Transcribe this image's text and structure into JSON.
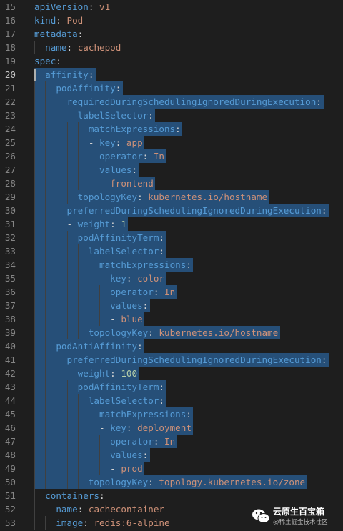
{
  "editor": {
    "first_line": 15,
    "active_line": 20,
    "lines": [
      {
        "n": "15",
        "ind": 0,
        "k": "apiVersion",
        "s": ":",
        "v": " v1",
        "t": "s",
        "sel": false
      },
      {
        "n": "16",
        "ind": 0,
        "k": "kind",
        "s": ":",
        "v": " Pod",
        "t": "s",
        "sel": false
      },
      {
        "n": "17",
        "ind": 0,
        "k": "metadata",
        "s": ":",
        "v": "",
        "t": "s",
        "sel": false
      },
      {
        "n": "18",
        "ind": 1,
        "k": "name",
        "s": ":",
        "v": " cachepod",
        "t": "s",
        "sel": false
      },
      {
        "n": "19",
        "ind": 0,
        "k": "spec",
        "s": ":",
        "v": "",
        "t": "s",
        "sel": false
      },
      {
        "n": "20",
        "ind": 1,
        "k": "affinity",
        "s": ":",
        "v": "",
        "t": "s",
        "sel": true
      },
      {
        "n": "21",
        "ind": 2,
        "k": "podAffinity",
        "s": ":",
        "v": "",
        "t": "s",
        "sel": true
      },
      {
        "n": "22",
        "ind": 3,
        "k": "requiredDuringSchedulingIgnoredDuringExecution",
        "s": ":",
        "v": "",
        "t": "s",
        "sel": true
      },
      {
        "n": "23",
        "ind": 3,
        "dash": true,
        "k": "labelSelector",
        "s": ":",
        "v": "",
        "t": "s",
        "sel": true
      },
      {
        "n": "24",
        "ind": 5,
        "k": "matchExpressions",
        "s": ":",
        "v": "",
        "t": "s",
        "sel": true
      },
      {
        "n": "25",
        "ind": 5,
        "dash": true,
        "k": "key",
        "s": ":",
        "v": " app",
        "t": "s",
        "sel": true
      },
      {
        "n": "26",
        "ind": 6,
        "k": "operator",
        "s": ":",
        "v": " In",
        "t": "s",
        "sel": true
      },
      {
        "n": "27",
        "ind": 6,
        "k": "values",
        "s": ":",
        "v": "",
        "t": "s",
        "sel": true
      },
      {
        "n": "28",
        "ind": 6,
        "dash": true,
        "k": "",
        "s": "",
        "v": "frontend",
        "t": "s",
        "sel": true
      },
      {
        "n": "29",
        "ind": 4,
        "k": "topologyKey",
        "s": ":",
        "v": " kubernetes.io/hostname",
        "t": "s",
        "sel": true
      },
      {
        "n": "30",
        "ind": 3,
        "k": "preferredDuringSchedulingIgnoredDuringExecution",
        "s": ":",
        "v": "",
        "t": "s",
        "sel": true
      },
      {
        "n": "31",
        "ind": 3,
        "dash": true,
        "k": "weight",
        "s": ":",
        "v": " 1",
        "t": "n",
        "sel": true
      },
      {
        "n": "32",
        "ind": 4,
        "k": "podAffinityTerm",
        "s": ":",
        "v": "",
        "t": "s",
        "sel": true
      },
      {
        "n": "33",
        "ind": 5,
        "k": "labelSelector",
        "s": ":",
        "v": "",
        "t": "s",
        "sel": true
      },
      {
        "n": "34",
        "ind": 6,
        "k": "matchExpressions",
        "s": ":",
        "v": "",
        "t": "s",
        "sel": true
      },
      {
        "n": "35",
        "ind": 6,
        "dash": true,
        "k": "key",
        "s": ":",
        "v": " color",
        "t": "s",
        "sel": true
      },
      {
        "n": "36",
        "ind": 7,
        "k": "operator",
        "s": ":",
        "v": " In",
        "t": "s",
        "sel": true
      },
      {
        "n": "37",
        "ind": 7,
        "k": "values",
        "s": ":",
        "v": "",
        "t": "s",
        "sel": true
      },
      {
        "n": "38",
        "ind": 7,
        "dash": true,
        "k": "",
        "s": "",
        "v": "blue",
        "t": "s",
        "sel": true
      },
      {
        "n": "39",
        "ind": 5,
        "k": "topologyKey",
        "s": ":",
        "v": " kubernetes.io/hostname",
        "t": "s",
        "sel": true
      },
      {
        "n": "40",
        "ind": 2,
        "k": "podAntiAffinity",
        "s": ":",
        "v": "",
        "t": "s",
        "sel": true
      },
      {
        "n": "41",
        "ind": 3,
        "k": "preferredDuringSchedulingIgnoredDuringExecution",
        "s": ":",
        "v": "",
        "t": "s",
        "sel": true
      },
      {
        "n": "42",
        "ind": 3,
        "dash": true,
        "k": "weight",
        "s": ":",
        "v": " 100",
        "t": "n",
        "sel": true
      },
      {
        "n": "43",
        "ind": 4,
        "k": "podAffinityTerm",
        "s": ":",
        "v": "",
        "t": "s",
        "sel": true
      },
      {
        "n": "44",
        "ind": 5,
        "k": "labelSelector",
        "s": ":",
        "v": "",
        "t": "s",
        "sel": true
      },
      {
        "n": "45",
        "ind": 6,
        "k": "matchExpressions",
        "s": ":",
        "v": "",
        "t": "s",
        "sel": true
      },
      {
        "n": "46",
        "ind": 6,
        "dash": true,
        "k": "key",
        "s": ":",
        "v": " deployment",
        "t": "s",
        "sel": true
      },
      {
        "n": "47",
        "ind": 7,
        "k": "operator",
        "s": ":",
        "v": " In",
        "t": "s",
        "sel": true
      },
      {
        "n": "48",
        "ind": 7,
        "k": "values",
        "s": ":",
        "v": "",
        "t": "s",
        "sel": true
      },
      {
        "n": "49",
        "ind": 7,
        "dash": true,
        "k": "",
        "s": "",
        "v": "prod",
        "t": "s",
        "sel": true
      },
      {
        "n": "50",
        "ind": 5,
        "k": "topologyKey",
        "s": ":",
        "v": " topology.kubernetes.io/zone",
        "t": "s",
        "sel": true
      },
      {
        "n": "51",
        "ind": 1,
        "k": "containers",
        "s": ":",
        "v": "",
        "t": "s",
        "sel": false
      },
      {
        "n": "52",
        "ind": 1,
        "dash": true,
        "k": "name",
        "s": ":",
        "v": " cachecontainer",
        "t": "s",
        "sel": false
      },
      {
        "n": "53",
        "ind": 2,
        "k": "image",
        "s": ":",
        "v": " redis:6-alpine",
        "t": "s",
        "sel": false
      }
    ]
  },
  "colors": {
    "background": "#1e1e1e",
    "selection": "#264f78",
    "key": "#569cd6",
    "string": "#ce9178",
    "number": "#b5cea8",
    "line_number": "#858585"
  },
  "watermark": {
    "icon": "wechat-logo-icon",
    "title": "云原生百宝箱",
    "subtitle": "@稀土掘金技术社区"
  }
}
